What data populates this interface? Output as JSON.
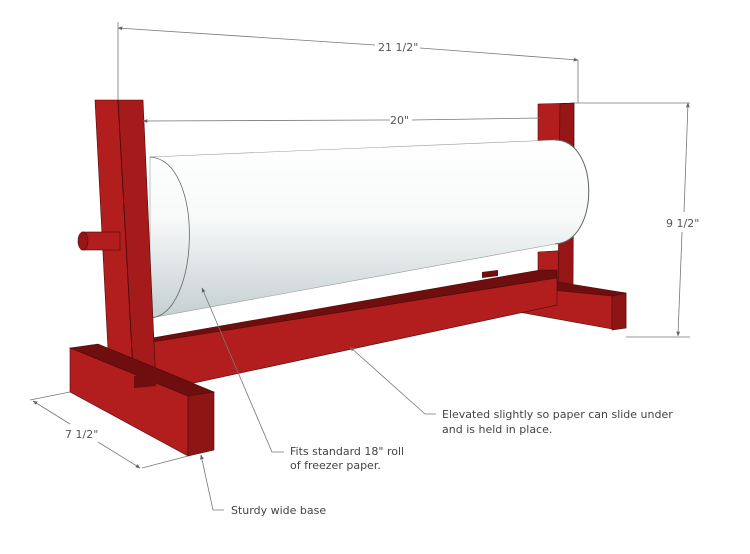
{
  "diagram": {
    "subject": "Freezer paper roll holder",
    "colors": {
      "wood_front": "#b21d1d",
      "wood_side": "#8f1515",
      "wood_top": "#6e0e0e",
      "paper_light": "#ffffff",
      "paper_shade": "#c9d3d4",
      "dimension_line": "#777777",
      "text": "#444444"
    },
    "dimensions": {
      "overall_width": "21 1/2\"",
      "roll_length": "20\"",
      "height": "9 1/2\"",
      "base_depth": "7 1/2\""
    },
    "annotations": {
      "base": "Sturdy wide base",
      "roll_line1": "Fits standard 18\" roll",
      "roll_line2": "of freezer paper.",
      "rail_line1": "Elevated slightly so paper can slide under",
      "rail_line2": "and is held in place."
    }
  }
}
